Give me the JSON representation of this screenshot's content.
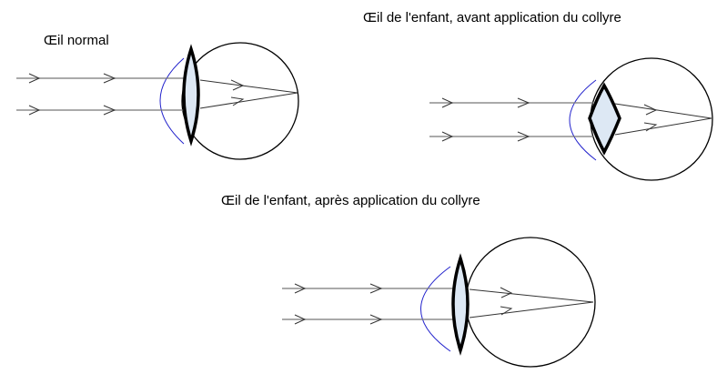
{
  "labels": {
    "normal": "Œil normal",
    "before": "Œil de l'enfant, avant application du collyre",
    "after": "Œil de l'enfant, après application du collyre"
  },
  "colors": {
    "cornea": "#2222cc",
    "lens_fill": "#dde8f4",
    "ray": "#777777"
  }
}
